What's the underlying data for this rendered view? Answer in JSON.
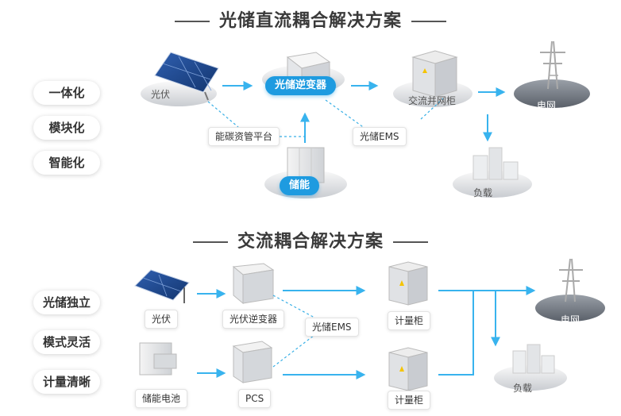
{
  "top": {
    "title": "光储直流耦合解决方案",
    "features": [
      "一体化",
      "模块化",
      "智能化"
    ],
    "nodes": {
      "pv": "光伏",
      "inverter": "光储逆变器",
      "cabinet": "交流并网柜",
      "grid": "电网",
      "storage": "储能",
      "load": "负载"
    },
    "platform": "能碳资管平台",
    "ems": "光储EMS"
  },
  "bottom": {
    "title": "交流耦合解决方案",
    "features": [
      "光储独立",
      "模式灵活",
      "计量清晰"
    ],
    "nodes": {
      "pv": "光伏",
      "pv_inverter": "光伏逆变器",
      "meter1": "计量柜",
      "battery": "储能电池",
      "pcs": "PCS",
      "meter2": "计量柜",
      "grid": "电网",
      "load": "负载"
    },
    "ems": "光储EMS"
  },
  "colors": {
    "accent": "#1e9be0",
    "arrow": "#38b3ee",
    "dashed": "#3ab0e6"
  }
}
